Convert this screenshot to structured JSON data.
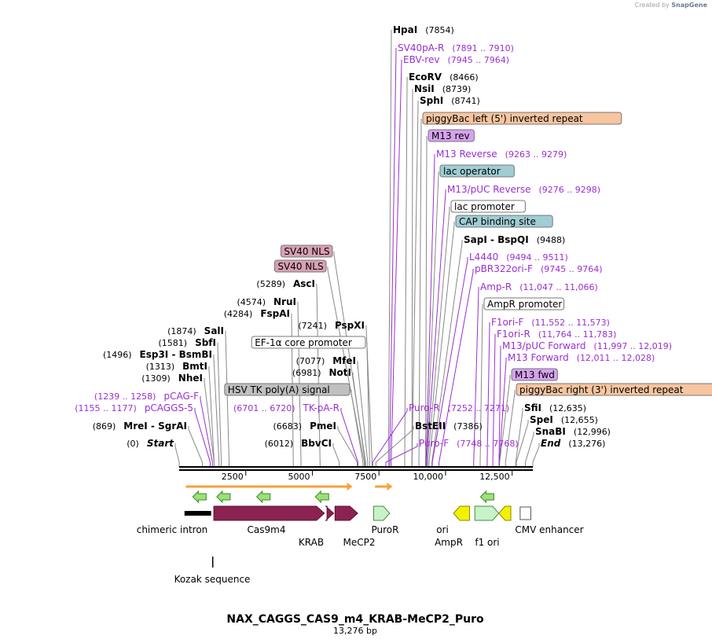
{
  "credit": {
    "prefix": "Created by",
    "brand": "SnapGene"
  },
  "plasmid": {
    "name": "NAX_CAGGS_CAS9_m4_KRAB-MeCP2_Puro",
    "length": "13,276 bp",
    "total_bp": 13276
  },
  "ruler": {
    "ticks": [
      2500,
      5000,
      7500,
      10000,
      12500
    ],
    "tick_labels": [
      "2500",
      "5000",
      "7500",
      "10,000",
      "12,500"
    ]
  },
  "colors": {
    "enzyme": "#000000",
    "primer": "#9a2fd0",
    "enzyme_line": "#888888",
    "primer_line": "#9a2fd0",
    "cas9": "#8b2252",
    "puro": "#c8f2c8",
    "ori": "#f2f200",
    "promoter_arrow": "#f7a13d",
    "m13": "#d6a2f0",
    "lac": "#9fcdd3",
    "piggybac": "#f7c59f",
    "nls": "#d8a0b4",
    "polya": "#c0c0c0"
  },
  "labels": [
    {
      "name": "HpaI",
      "pos": "(7854)",
      "kind": "enzyme",
      "bp": 7854
    },
    {
      "name": "SV40pA-R",
      "pos": "(7891 .. 7910)",
      "kind": "primer",
      "bp": 7900
    },
    {
      "name": "EBV-rev",
      "pos": "(7945 .. 7964)",
      "kind": "primer",
      "bp": 7955
    },
    {
      "name": "EcoRV",
      "pos": "(8466)",
      "kind": "enzyme",
      "bp": 8466
    },
    {
      "name": "NsiI",
      "pos": "(8739)",
      "kind": "enzyme",
      "bp": 8739
    },
    {
      "name": "SphI",
      "pos": "(8741)",
      "kind": "enzyme",
      "bp": 8741
    },
    {
      "name": "piggyBac left (5') inverted repeat",
      "pos": "",
      "kind": "feature",
      "style": "piggybac",
      "bp": 9000
    },
    {
      "name": "M13 rev",
      "pos": "",
      "kind": "feature",
      "style": "m13",
      "bp": 9250
    },
    {
      "name": "M13 Reverse",
      "pos": "(9263 .. 9279)",
      "kind": "primer",
      "bp": 9270
    },
    {
      "name": "lac operator",
      "pos": "",
      "kind": "feature",
      "style": "lac",
      "bp": 9290
    },
    {
      "name": "M13/pUC Reverse",
      "pos": "(9276 .. 9298)",
      "kind": "primer",
      "bp": 9287
    },
    {
      "name": "lac promoter",
      "pos": "",
      "kind": "feature",
      "style": "plain",
      "bp": 9330
    },
    {
      "name": "CAP binding site",
      "pos": "",
      "kind": "feature",
      "style": "lac",
      "bp": 9380
    },
    {
      "name": "SapI  -  BspQI",
      "pos": "(9488)",
      "kind": "enzyme",
      "bp": 9488
    },
    {
      "name": "L4440",
      "pos": "(9494 .. 9511)",
      "kind": "primer",
      "bp": 9502
    },
    {
      "name": "pBR322ori-F",
      "pos": "(9745 .. 9764)",
      "kind": "primer",
      "bp": 9755
    },
    {
      "name": "Amp-R",
      "pos": "(11,047 .. 11,066)",
      "kind": "primer",
      "bp": 11056
    },
    {
      "name": "AmpR promoter",
      "pos": "",
      "kind": "feature",
      "style": "plain",
      "bp": 11300
    },
    {
      "name": "F1ori-F",
      "pos": "(11,552 .. 11,573)",
      "kind": "primer",
      "bp": 11562
    },
    {
      "name": "F1ori-R",
      "pos": "(11,764 .. 11,783)",
      "kind": "primer",
      "bp": 11774
    },
    {
      "name": "M13/pUC Forward",
      "pos": "(11,997 .. 12,019)",
      "kind": "primer",
      "bp": 12008
    },
    {
      "name": "M13 Forward",
      "pos": "(12,011 .. 12,028)",
      "kind": "primer",
      "bp": 12020
    },
    {
      "name": "M13 fwd",
      "pos": "",
      "kind": "feature",
      "style": "m13",
      "bp": 12030
    },
    {
      "name": "piggyBac right (3') inverted repeat",
      "pos": "",
      "kind": "feature",
      "style": "piggybac",
      "bp": 12250
    },
    {
      "name": "SfiI",
      "pos": "(12,635)",
      "kind": "enzyme",
      "bp": 12635
    },
    {
      "name": "SpeI",
      "pos": "(12,655)",
      "kind": "enzyme",
      "bp": 12655
    },
    {
      "name": "SnaBI",
      "pos": "(12,996)",
      "kind": "enzyme",
      "bp": 12996
    },
    {
      "name": "End",
      "pos": "(13,276)",
      "kind": "enzyme",
      "italic": true,
      "bp": 13276
    },
    {
      "name": "SV40 NLS",
      "pos": "",
      "kind": "feature",
      "style": "nls",
      "bp": 7000
    },
    {
      "name": "SV40 NLS",
      "pos": "",
      "kind": "feature",
      "style": "nls",
      "bp": 6950
    },
    {
      "name": "AscI",
      "pos": "(5289)",
      "kind": "enzyme",
      "bp": 5289
    },
    {
      "name": "NruI",
      "pos": "(4574)",
      "kind": "enzyme",
      "bp": 4574
    },
    {
      "name": "FspAI",
      "pos": "(4284)",
      "kind": "enzyme",
      "bp": 4284
    },
    {
      "name": "SalI",
      "pos": "(1874)",
      "kind": "enzyme",
      "bp": 1874
    },
    {
      "name": "SbfI",
      "pos": "(1581)",
      "kind": "enzyme",
      "bp": 1581
    },
    {
      "name": "Esp3I  -  BsmBI",
      "pos": "(1496)",
      "kind": "enzyme",
      "bp": 1496
    },
    {
      "name": "BmtI",
      "pos": "(1313)",
      "kind": "enzyme",
      "bp": 1313
    },
    {
      "name": "NheI",
      "pos": "(1309)",
      "kind": "enzyme",
      "bp": 1309
    },
    {
      "name": "pCAG-F",
      "pos": "(1239 .. 1258)",
      "kind": "primer",
      "bp": 1248
    },
    {
      "name": "pCAGGS-5",
      "pos": "(1155 .. 1177)",
      "kind": "primer",
      "bp": 1166
    },
    {
      "name": "MreI  -  SgrAI",
      "pos": "(869)",
      "kind": "enzyme",
      "bp": 869
    },
    {
      "name": "Start",
      "pos": "(0)",
      "kind": "enzyme",
      "italic": true,
      "bp": 0
    },
    {
      "name": "PspXI",
      "pos": "(7241)",
      "kind": "enzyme",
      "bp": 7241
    },
    {
      "name": "EF-1α core promoter",
      "pos": "",
      "kind": "feature",
      "style": "plain",
      "bp": 7150
    },
    {
      "name": "MfeI",
      "pos": "(7077)",
      "kind": "enzyme",
      "bp": 7077
    },
    {
      "name": "NotI",
      "pos": "(6981)",
      "kind": "enzyme",
      "bp": 6981
    },
    {
      "name": "HSV TK poly(A) signal",
      "pos": "",
      "kind": "feature",
      "style": "polya",
      "bp": 6900
    },
    {
      "name": "TK-pA-R",
      "pos": "(6701 .. 6720)",
      "kind": "primer",
      "bp": 6710
    },
    {
      "name": "PmeI",
      "pos": "(6683)",
      "kind": "enzyme",
      "bp": 6683
    },
    {
      "name": "BbvCI",
      "pos": "(6012)",
      "kind": "enzyme",
      "bp": 6012
    },
    {
      "name": "Puro-R",
      "pos": "(7252 .. 7271)",
      "kind": "primer",
      "bp": 7262
    },
    {
      "name": "BstEII",
      "pos": "(7386)",
      "kind": "enzyme",
      "bp": 7386
    },
    {
      "name": "Puro-F",
      "pos": "(7748 .. 7768)",
      "kind": "primer",
      "bp": 7758
    }
  ],
  "features": [
    {
      "name": "chimeric intron",
      "type": "black-bar",
      "start": 200,
      "end": 1200
    },
    {
      "name": "Cas9m4",
      "type": "cas9",
      "start": 1300,
      "end": 5450
    },
    {
      "name": "KRAB",
      "type": "cas9",
      "start": 5550,
      "end": 5800
    },
    {
      "name": "MeCP2",
      "type": "cas9",
      "start": 5850,
      "end": 6700
    },
    {
      "name": "PuroR",
      "type": "puro",
      "start": 7300,
      "end": 7900
    },
    {
      "name": "ori",
      "type": "ori",
      "start": 10300,
      "end": 10900
    },
    {
      "name": "AmpR",
      "type": "puro",
      "start": 11100,
      "end": 12000
    },
    {
      "name": "f1 ori",
      "type": "ori",
      "start": 12000,
      "end": 12450
    },
    {
      "name": "CMV enhancer",
      "type": "plain",
      "start": 12800,
      "end": 13200
    },
    {
      "name": "Kozak sequence",
      "type": "marker",
      "start": 1260,
      "end": 1280
    }
  ],
  "feature_labels": [
    "chimeric intron",
    "Cas9m4",
    "KRAB",
    "MeCP2",
    "PuroR",
    "ori",
    "AmpR",
    "f1 ori",
    "CMV enhancer",
    "Kozak sequence"
  ]
}
